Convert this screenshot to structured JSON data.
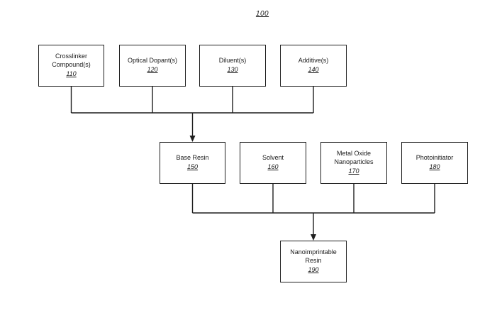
{
  "figure": {
    "number": "100"
  },
  "boxes": [
    {
      "label": "Crosslinker Compound(s)",
      "ref": "110"
    },
    {
      "label": "Optical Dopant(s)",
      "ref": "120"
    },
    {
      "label": "Diluent(s)",
      "ref": "130"
    },
    {
      "label": "Additive(s)",
      "ref": "140"
    },
    {
      "label": "Base Resin",
      "ref": "150"
    },
    {
      "label": "Solvent",
      "ref": "160"
    },
    {
      "label": "Metal Oxide Nanoparticles",
      "ref": "170"
    },
    {
      "label": "Photoinitiator",
      "ref": "180"
    },
    {
      "label": "Nanoimprintable Resin",
      "ref": "190"
    }
  ],
  "colors": {
    "line": "#1f1f1f",
    "background": "#ffffff",
    "text": "#1a1a1a"
  }
}
